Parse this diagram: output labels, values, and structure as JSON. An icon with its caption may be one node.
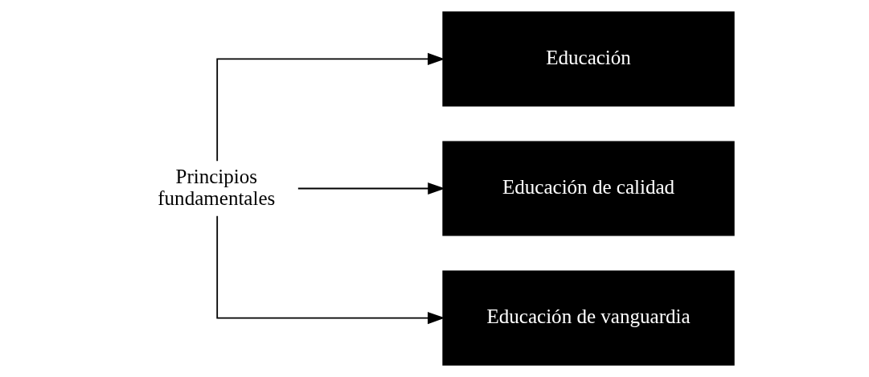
{
  "diagram": {
    "nodes": [
      {
        "text": [
          "Principios fundamentales"
        ]
      },
      {
        "text": [
          "Educación"
        ]
      },
      {
        "text": [
          "Educación de calidad"
        ]
      },
      {
        "text": [
          "Educación de vanguardia"
        ]
      }
    ],
    "edges": [
      {
        "from": 0,
        "to": 1,
        "arrow": "to"
      },
      {
        "from": 0,
        "to": 2,
        "arrow": "to"
      },
      {
        "from": 0,
        "to": 3,
        "arrow": "to"
      }
    ]
  }
}
